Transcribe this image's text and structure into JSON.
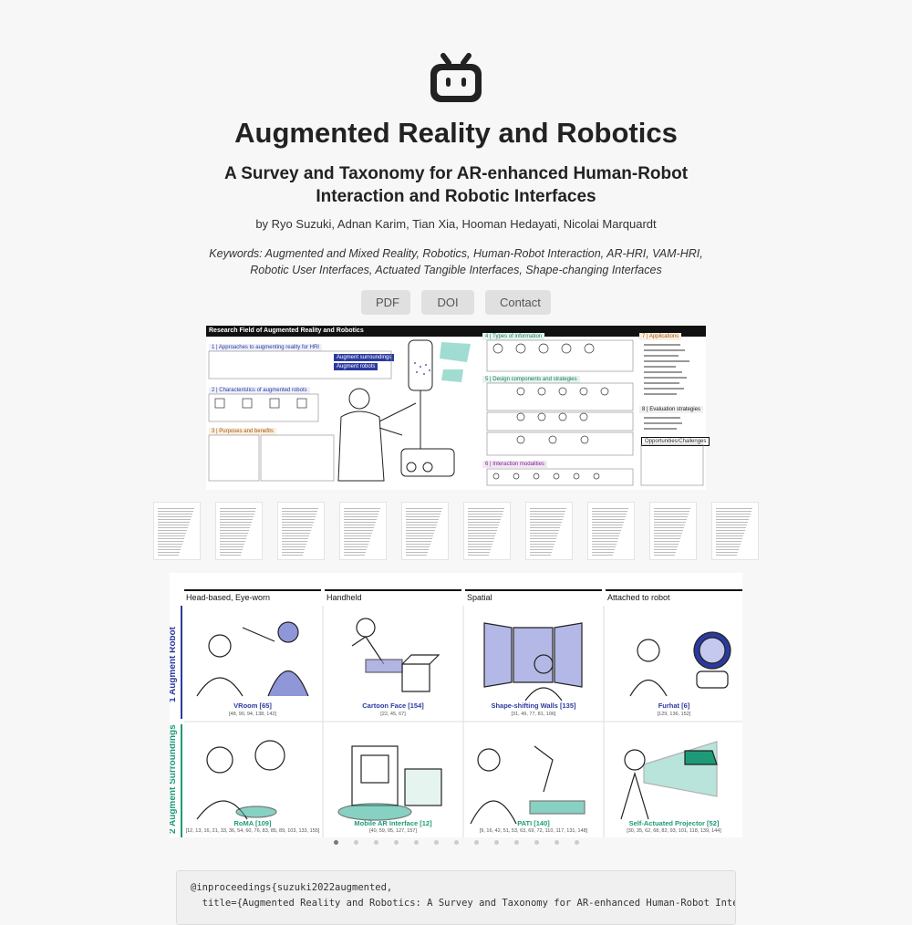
{
  "header": {
    "title": "Augmented Reality and Robotics",
    "subtitle": "A Survey and Taxonomy for AR-enhanced Human-Robot Interaction and Robotic Interfaces",
    "authors": "by Ryo Suzuki, Adnan Karim, Tian Xia, Hooman Hedayati, Nicolai Marquardt",
    "keywords": "Keywords: Augmented and Mixed Reality, Robotics, Human-Robot Interaction, AR-HRI, VAM-HRI, Robotic User Interfaces, Actuated Tangible Interfaces, Shape-changing Interfaces"
  },
  "buttons": {
    "pdf": "PDF",
    "doi": "DOI",
    "contact": "Contact"
  },
  "figure": {
    "header": "Research Field of Augmented Reality and Robotics",
    "sections": {
      "s1": "1 | Approaches to augmenting reality for HRI",
      "s2": "2 | Characteristics of augmented robots",
      "s3": "3 | Purposes and benefits",
      "s4": "4 | Types of information",
      "s5": "5 | Design components and strategies",
      "s6": "6 | Interaction modalities",
      "s7": "7 | Applications",
      "s8": "8 | Evaluation strategies",
      "opp": "Opportunities/Challenges",
      "aug_surr": "Augment surroundings",
      "aug_rob": "Augment robots"
    }
  },
  "carousel": {
    "columns": [
      "Head-based, Eye-worn",
      "Handheld",
      "Spatial",
      "Attached to robot"
    ],
    "rows": [
      "Augment Robot",
      "Augment Surroundings"
    ],
    "row_numbers": [
      "1",
      "2"
    ],
    "cells": [
      {
        "caption": "VRoom [65]",
        "refs": "[48, 90, 94, 138, 142]"
      },
      {
        "caption": "Cartoon Face [154]",
        "refs": "[22, 45, 67]"
      },
      {
        "caption": "Shape-shifting Walls [135]",
        "refs": "[31, 49, 77, 81, 106]"
      },
      {
        "caption": "Furhat [6]",
        "refs": "[129, 136, 152]"
      },
      {
        "caption": "RoMA [109]",
        "refs": "[12, 13, 16, 21, 33, 36, 54, 60, 76, 83, 85, 89, 103, 133, 155]"
      },
      {
        "caption": "Mobile AR Interface [12]",
        "refs": "[40, 59, 95, 127, 157]"
      },
      {
        "caption": "PATI [140]",
        "refs": "[9, 16, 42, 51, 53, 63, 69, 72, 110, 117, 131, 148]"
      },
      {
        "caption": "Self-Actuated Projector [52]",
        "refs": "[30, 35, 62, 68, 82, 93, 101, 118, 139, 144]"
      }
    ],
    "slide_count": 13,
    "active_slide": 1
  },
  "bibtex": {
    "line1": "@inproceedings{suzuki2022augmented,",
    "line2": "  title={Augmented Reality and Robotics: A Survey and Taxonomy for AR-enhanced Human-Robot Interaction and Rob"
  },
  "colors": {
    "robot": "#2b3a9e",
    "surroundings": "#1f9a78",
    "button_bg": "#e0e0e0"
  }
}
